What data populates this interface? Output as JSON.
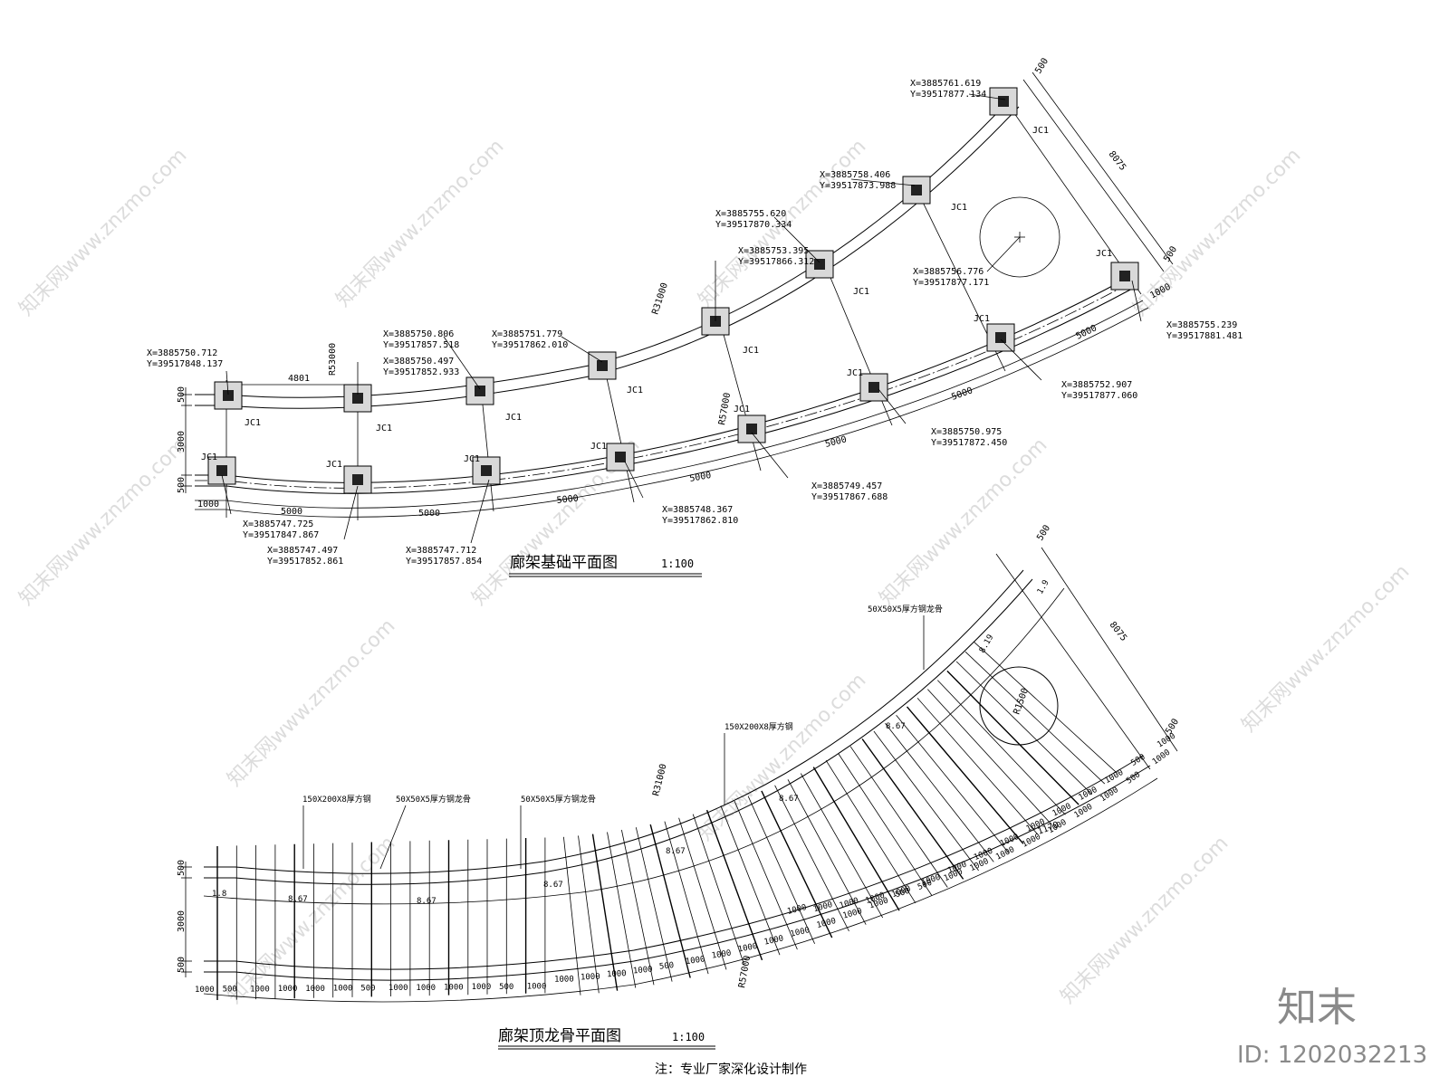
{
  "plan1": {
    "title": "廊架基础平面图",
    "scale": "1:100",
    "radii": [
      "R53000",
      "R31000",
      "R57000"
    ],
    "dims": {
      "d4801": "4801",
      "d500a": "500",
      "d3000": "3000",
      "d500b": "500",
      "d1000": "1000",
      "span": "5000",
      "d8075": "8075",
      "d500c": "500",
      "d1000b": "1000",
      "d500d": "500"
    },
    "pier_label": "JC1",
    "coords": [
      {
        "x": "X=3885750.712",
        "y": "Y=39517848.137"
      },
      {
        "x": "X=3885750.806",
        "y": "Y=39517857.518"
      },
      {
        "x": "X=3885750.497",
        "y": "Y=39517852.933"
      },
      {
        "x": "X=3885751.779",
        "y": "Y=39517862.010"
      },
      {
        "x": "X=3885755.620",
        "y": "Y=39517870.334"
      },
      {
        "x": "X=3885753.395",
        "y": "Y=39517866.312"
      },
      {
        "x": "X=3885758.406",
        "y": "Y=39517873.988"
      },
      {
        "x": "X=3885761.619",
        "y": "Y=39517877.134"
      },
      {
        "x": "X=3885756.776",
        "y": "Y=39517877.171"
      },
      {
        "x": "X=3885755.239",
        "y": "Y=39517881.481"
      },
      {
        "x": "X=3885752.907",
        "y": "Y=39517877.060"
      },
      {
        "x": "X=3885750.975",
        "y": "Y=39517872.450"
      },
      {
        "x": "X=3885749.457",
        "y": "Y=39517867.688"
      },
      {
        "x": "X=3885748.367",
        "y": "Y=39517862.810"
      },
      {
        "x": "X=3885747.725",
        "y": "Y=39517847.867"
      },
      {
        "x": "X=3885747.497",
        "y": "Y=39517852.861"
      },
      {
        "x": "X=3885747.712",
        "y": "Y=39517857.854"
      }
    ]
  },
  "plan2": {
    "title": "廊架顶龙骨平面图",
    "scale": "1:100",
    "radii": [
      "R31000",
      "R57000",
      "R1500"
    ],
    "members": [
      "150X200X8厚方钢",
      "50X50X5厚方钢龙骨",
      "50X50X5厚方钢龙骨",
      "150X200X8厚方钢",
      "50X50X5厚方钢龙骨"
    ],
    "spacing": [
      "8.67",
      "8.67",
      "8.67",
      "8.67",
      "8.67",
      "8.67",
      "8.67",
      "8.19"
    ],
    "slope": [
      "1.8",
      "1.9"
    ],
    "dims": {
      "d500a": "500",
      "d3000": "3000",
      "d500b": "500",
      "d8075": "8075",
      "d500c": "500",
      "d500d": "500",
      "d1170": "1170"
    },
    "bottom_row": [
      "1000",
      "500",
      "1000",
      "1000",
      "1000",
      "1000",
      "500",
      "1000",
      "1000",
      "1000",
      "1000",
      "500",
      "1000",
      "1000",
      "1000",
      "1000",
      "1000",
      "500",
      "1000",
      "1000",
      "1000",
      "1000",
      "1000",
      "1000",
      "1000",
      "1000",
      "500",
      "1000",
      "1000",
      "1000",
      "1000",
      "1000",
      "1000",
      "1000",
      "1000",
      "500",
      "1000"
    ],
    "upper_row": [
      "1000",
      "1000",
      "1000",
      "1000",
      "1000",
      "500",
      "1000",
      "1000",
      "1000",
      "1000",
      "1000",
      "1000",
      "1000",
      "500",
      "1000"
    ]
  },
  "note": "注：专业厂家深化设计制作",
  "logo": {
    "text": "知末",
    "id": "ID: 1202032213"
  },
  "watermark": "知末网www.znzmo.com"
}
